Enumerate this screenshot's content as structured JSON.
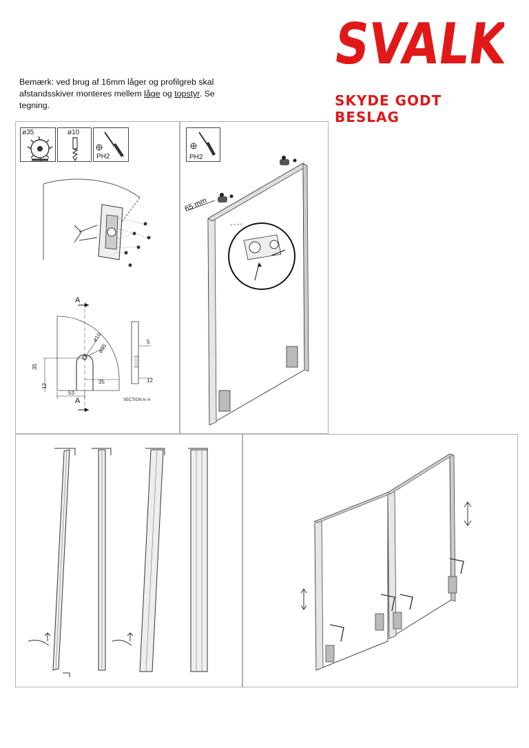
{
  "brand": {
    "logo_text": "SVALK",
    "tagline": "SKYDE GODT BESLAG",
    "color": "#e01818"
  },
  "note": {
    "part1": "Bemærk: ved brug af 16mm låger og profilgreb skal afstandsskiver monteres mellem ",
    "link1": "låge",
    "part2": " og ",
    "link2": "topstyr",
    "part3": ". Se tegning."
  },
  "tools_left": [
    {
      "icon": "hole-saw-icon",
      "label": "ø35"
    },
    {
      "icon": "drill-bit-icon",
      "label": "ø10"
    },
    {
      "icon": "screwdriver-icon",
      "label": "PH2"
    }
  ],
  "tools_right": [
    {
      "icon": "screwdriver-icon",
      "label": "PH2"
    }
  ],
  "drawing_left": {
    "section_marker": "A",
    "dimensions": [
      "35",
      "12",
      "53",
      "35",
      "ø10",
      "ø35",
      "5",
      "12"
    ],
    "section_label": "SECTION A–A"
  },
  "drawing_right": {
    "dimension": "65 mm"
  }
}
